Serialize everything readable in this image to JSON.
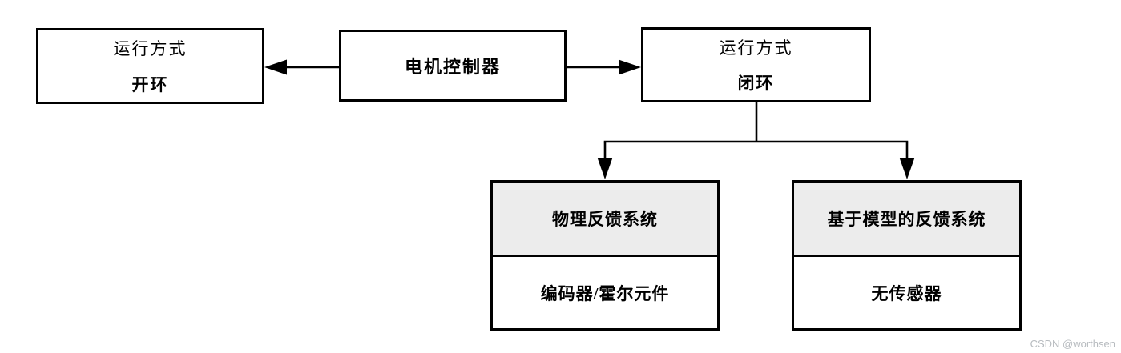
{
  "diagram": {
    "root_box": {
      "label": "电机控制器"
    },
    "left_box": {
      "title": "运行方式",
      "subtitle": "开环"
    },
    "right_box": {
      "title": "运行方式",
      "subtitle": "闭环"
    },
    "feedback_boxes": [
      {
        "header": "物理反馈系统",
        "body": "编码器/霍尔元件"
      },
      {
        "header": "基于模型的反馈系统",
        "body": "无传感器"
      }
    ],
    "colors": {
      "box_border": "#000000",
      "connector_line": "#000000",
      "header_fill": "#ececec",
      "background": "#ffffff"
    }
  },
  "watermark": {
    "text": "CSDN @worthsen"
  }
}
